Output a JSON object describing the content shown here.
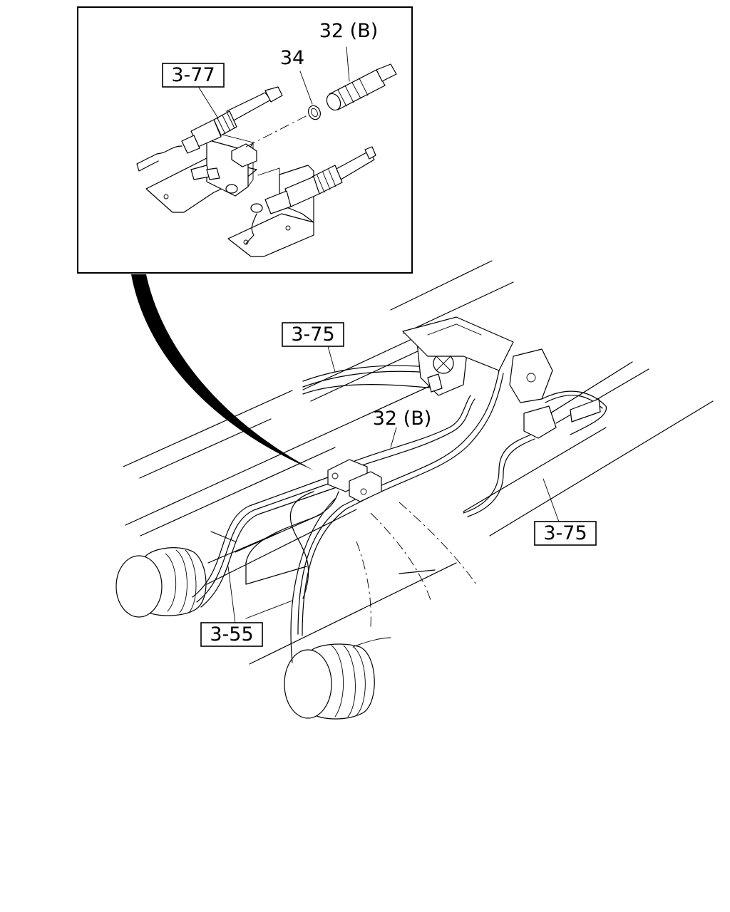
{
  "callouts": {
    "inset_ref": "3-77",
    "pipe_upper": "3-75",
    "pipe_lower": "3-75",
    "hose_assy": "3-55",
    "part_32b_inset": "32 (B)",
    "part_34": "34",
    "part_32b_main": "32 (B)"
  }
}
